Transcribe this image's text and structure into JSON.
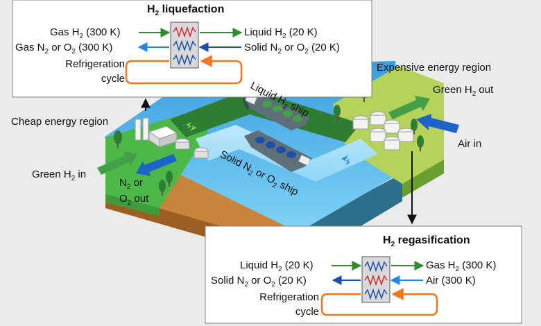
{
  "liquefaction": {
    "title": "H",
    "title_sub": "2",
    "title_tail": " liquefaction",
    "in1": "Gas H",
    "in1_sub": "2",
    "in1_tail": " (300 K)",
    "in2": "Gas N",
    "in2_sub": "2",
    "in2_tail": " or O",
    "in2_sub2": "2",
    "in2_tail2": " (300 K)",
    "in3a": "Refrigeration",
    "in3b": "cycle",
    "out1": "Liquid H",
    "out1_sub": "2",
    "out1_tail": " (20 K)",
    "out2": "Solid N",
    "out2_sub": "2",
    "out2_tail": " or O",
    "out2_sub2": "2",
    "out2_tail2": " (20 K)"
  },
  "regasification": {
    "title": "H",
    "title_sub": "2",
    "title_tail": " regasification",
    "in1": "Liquid H",
    "in1_sub": "2",
    "in1_tail": " (20 K)",
    "in2": "Solid N",
    "in2_sub": "2",
    "in2_tail": " or O",
    "in2_sub2": "2",
    "in2_tail2": " (20 K)",
    "in3a": "Refrigeration",
    "in3b": "cycle",
    "out1": "Gas H",
    "out1_sub": "2",
    "out1_tail": " (300 K)",
    "out2": "Air (300 K)"
  },
  "regions": {
    "cheap": "Cheap energy region",
    "expensive": "Expensive energy region"
  },
  "flows": {
    "green_h2_in": "Green H",
    "green_h2_in_sub": "2",
    "green_h2_in_tail": " in",
    "green_h2_out": "Green H",
    "green_h2_out_sub": "2",
    "green_h2_out_tail": " out",
    "air_in": "Air in",
    "n2_out_a": "N",
    "n2_out_a_sub": "2",
    "n2_out_a_tail": " or",
    "n2_out_b": "O",
    "n2_out_b_sub": "2",
    "n2_out_b_tail": " out"
  },
  "ships": {
    "liquid": "Liquid H",
    "liquid_sub": "2",
    "liquid_tail": " ship",
    "solid": "Solid N",
    "solid_sub": "2",
    "solid_tail": " or O",
    "solid_sub2": "2",
    "solid_tail2": " ship"
  },
  "colors": {
    "hydrogen_flow": "#2e8b2e",
    "air_flow": "#1e64c8",
    "refrigeration": "#f07820",
    "water": "#5cc3f0",
    "land_green": "#4cb848",
    "land_lime": "#b5d25a"
  }
}
